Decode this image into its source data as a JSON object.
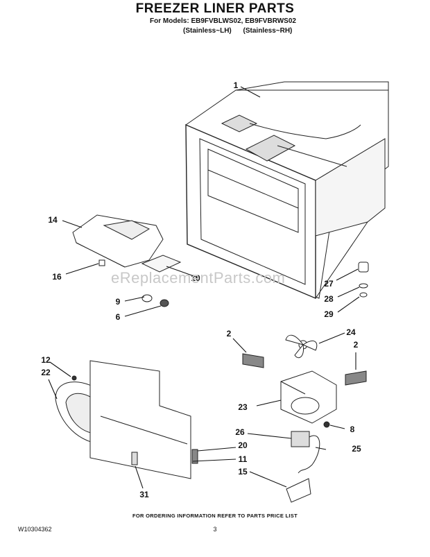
{
  "header": {
    "title": "FREEZER LINER PARTS",
    "models": "For Models: EB9FVBLWS02, EB9FVBRWS02",
    "variant_lh": "(Stainless~LH)",
    "variant_rh": "(Stainless~RH)"
  },
  "callouts": {
    "c1": "1",
    "c14": "14",
    "c16": "16",
    "c10": "10",
    "c9": "9",
    "c6": "6",
    "c27": "27",
    "c28": "28",
    "c29": "29",
    "c2a": "2",
    "c24": "24",
    "c2b": "2",
    "c12": "12",
    "c22": "22",
    "c23": "23",
    "c8": "8",
    "c26": "26",
    "c20": "20",
    "c25": "25",
    "c11": "11",
    "c15": "15",
    "c31": "31"
  },
  "watermark": "eReplacementParts.com",
  "footer": {
    "note": "FOR ORDERING INFORMATION REFER TO PARTS PRICE LIST",
    "doc_number": "W10304362",
    "page": "3"
  }
}
